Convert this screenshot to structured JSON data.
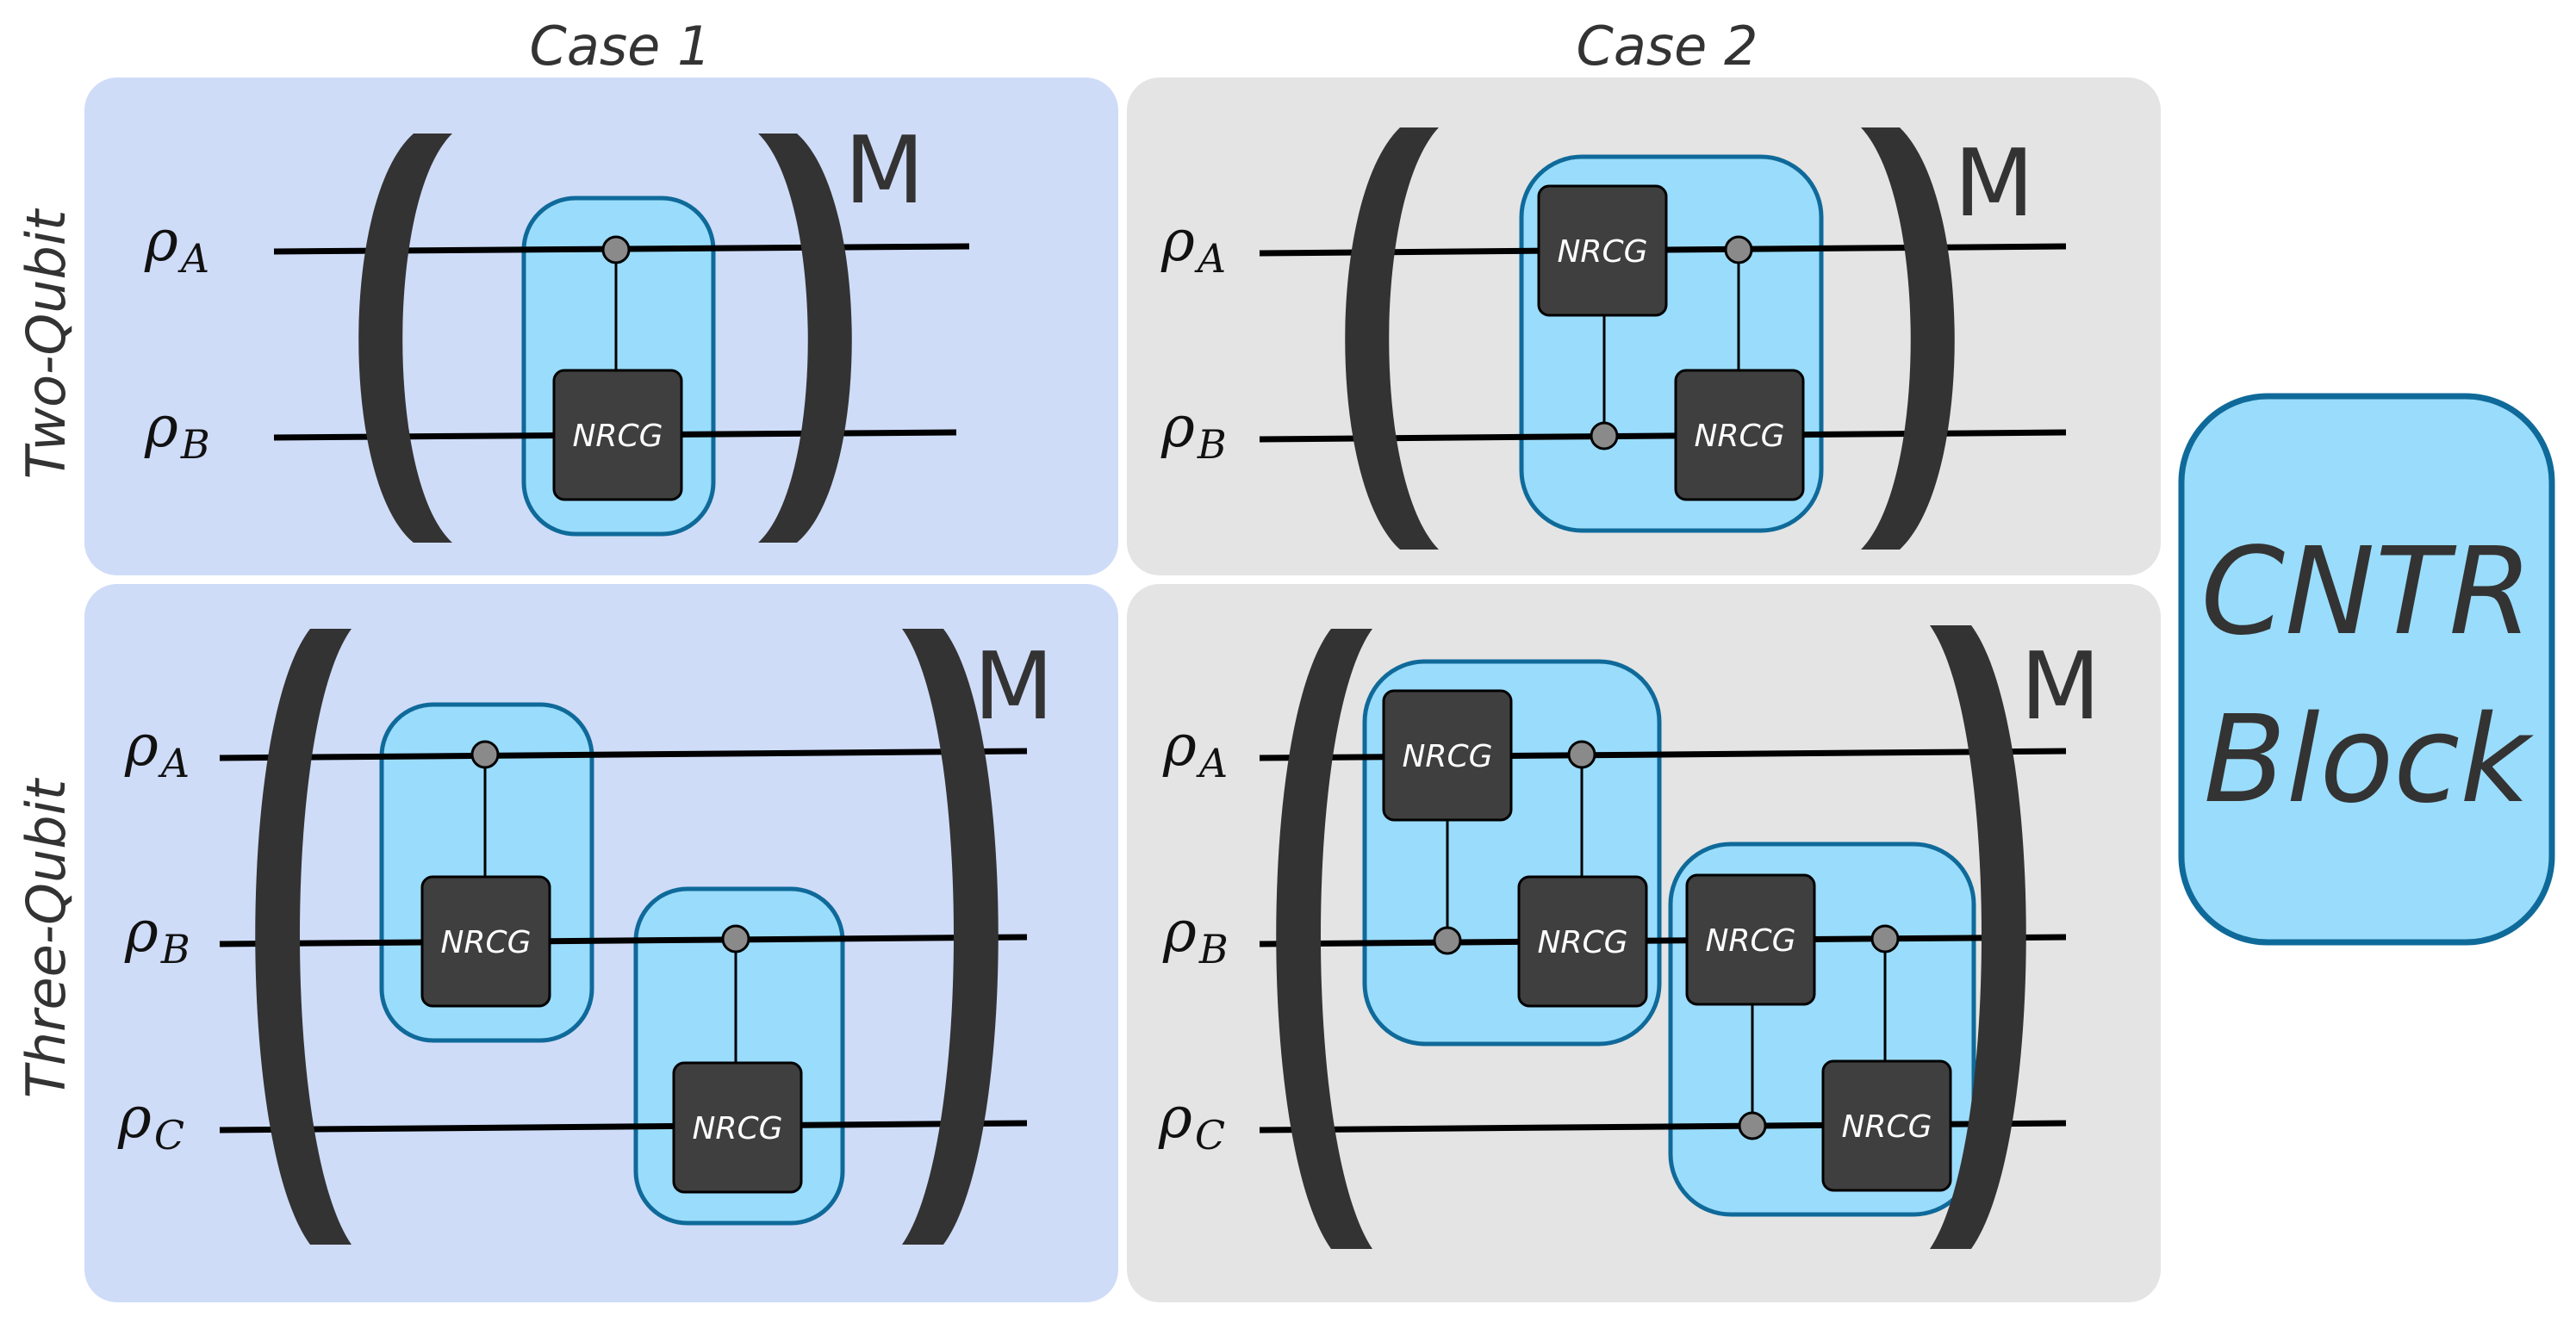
{
  "headers": {
    "case1": "Case 1",
    "case2": "Case 2"
  },
  "row_labels": {
    "two": "Two-Qubit",
    "three": "Three-Qubit"
  },
  "repeat_label": "M",
  "gate_label": "NRCG",
  "legend": {
    "line1": "CNTR",
    "line2": "Block"
  },
  "qubits": {
    "a": {
      "base": "ρ",
      "sub": "A"
    },
    "b": {
      "base": "ρ",
      "sub": "B"
    },
    "c": {
      "base": "ρ",
      "sub": "C"
    }
  },
  "colors": {
    "panel_case1": "#cfdcf8",
    "panel_case2": "#e4e4e4",
    "block_fill": "#9adcfb",
    "block_stroke": "#0f6a9a",
    "gate_fill": "#3f3f3f",
    "control_dot": "#8a8a8a",
    "bracket": "#333333"
  }
}
